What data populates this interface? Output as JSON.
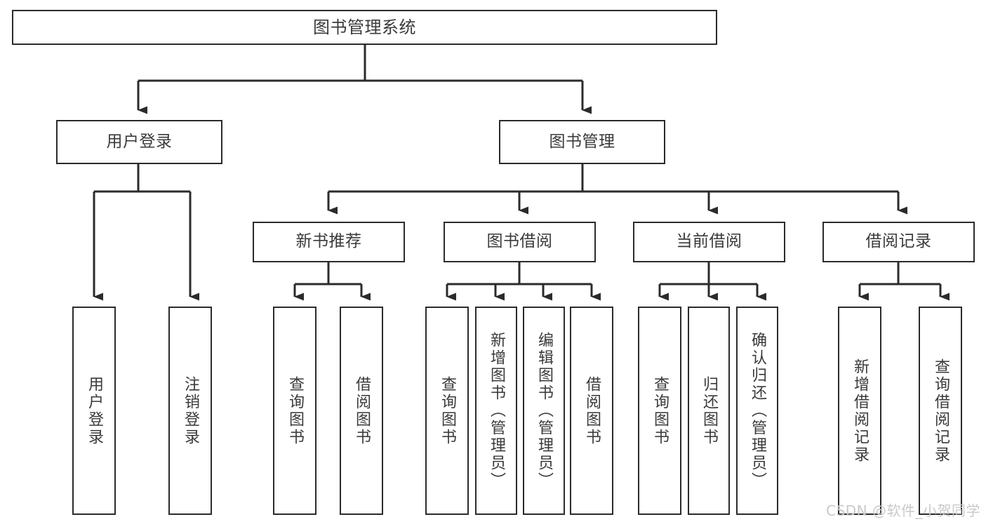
{
  "diagram": {
    "title": "图书管理系统",
    "watermark": "CSDN @软件_小贺同学",
    "colors": {
      "border": "#2b2b2b",
      "text": "#3a3a3a",
      "background": "#ffffff",
      "watermark": "#c9c9c9"
    },
    "nodes": {
      "root": {
        "label": "图书管理系统"
      },
      "level2": [
        {
          "label": "用户登录"
        },
        {
          "label": "图书管理"
        }
      ],
      "level3": [
        {
          "label": "新书推荐"
        },
        {
          "label": "图书借阅"
        },
        {
          "label": "当前借阅"
        },
        {
          "label": "借阅记录"
        }
      ],
      "leaves": {
        "user_login": [
          {
            "label": "用户登录"
          },
          {
            "label": "注销登录"
          }
        ],
        "new_book": [
          {
            "label": "查询图书"
          },
          {
            "label": "借阅图书"
          }
        ],
        "book_borrow": [
          {
            "label": "查询图书"
          },
          {
            "label": "新增图书（管理员）"
          },
          {
            "label": "编辑图书（管理员）"
          },
          {
            "label": "借阅图书"
          }
        ],
        "current_borrow": [
          {
            "label": "查询图书"
          },
          {
            "label": "归还图书"
          },
          {
            "label": "确认归还（管理员）"
          }
        ],
        "borrow_record": [
          {
            "label": "新增借阅记录"
          },
          {
            "label": "查询借阅记录"
          }
        ]
      }
    }
  }
}
